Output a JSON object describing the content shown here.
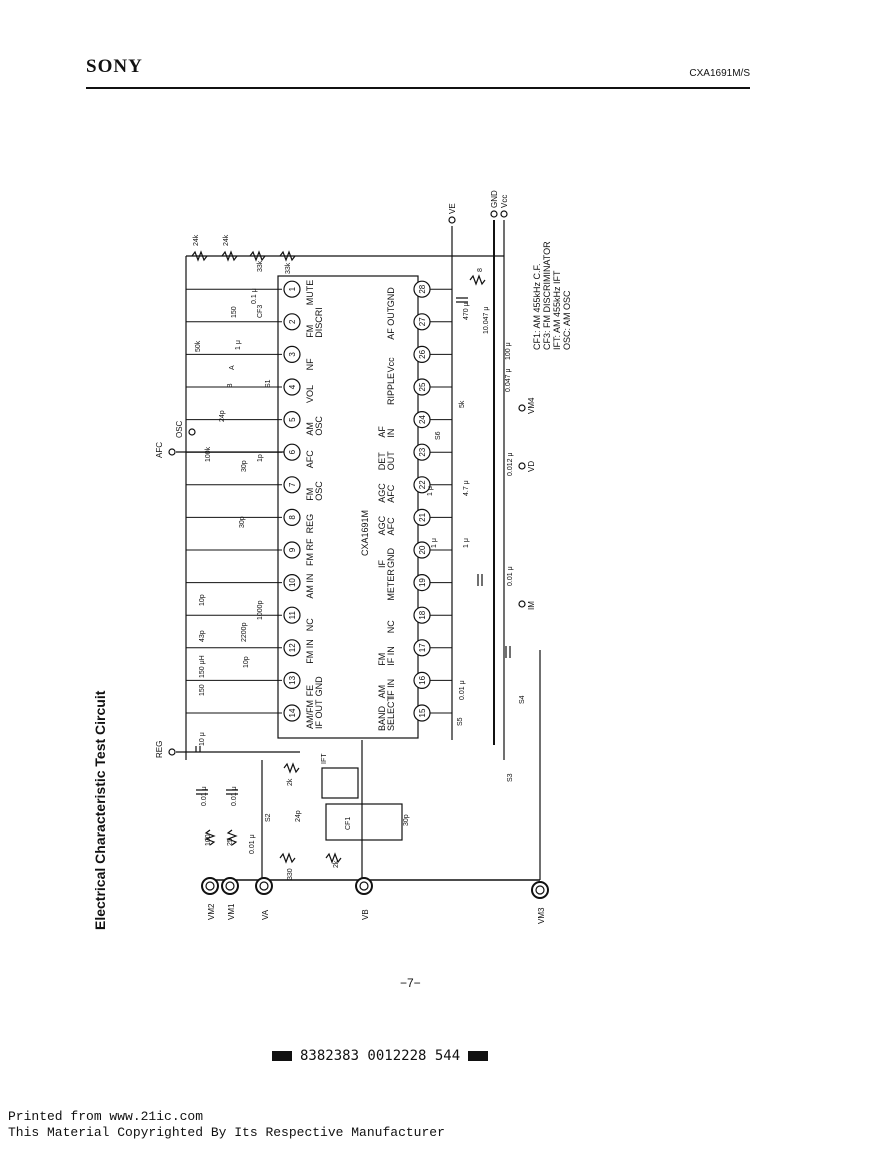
{
  "header": {
    "brand": "SONY",
    "part_number": "CXA1691M/S"
  },
  "title": "Electrical Characteristic Test Circuit",
  "ic": {
    "name": "CXA1691M"
  },
  "pins_bottom": [
    {
      "n": "14",
      "label": [
        "AM/FM",
        "IF OUT"
      ]
    },
    {
      "n": "13",
      "label": [
        "FE",
        "GND"
      ]
    },
    {
      "n": "12",
      "label": [
        "FM IN"
      ]
    },
    {
      "n": "11",
      "label": [
        "NC"
      ]
    },
    {
      "n": "10",
      "label": [
        "AM IN"
      ]
    },
    {
      "n": "9",
      "label": [
        "FM RF"
      ]
    },
    {
      "n": "8",
      "label": [
        "REG"
      ]
    },
    {
      "n": "7",
      "label": [
        "FM",
        "OSC"
      ]
    },
    {
      "n": "6",
      "label": [
        "AFC"
      ]
    },
    {
      "n": "5",
      "label": [
        "AM",
        "OSC"
      ]
    },
    {
      "n": "4",
      "label": [
        "VOL"
      ]
    },
    {
      "n": "3",
      "label": [
        "NF"
      ]
    },
    {
      "n": "2",
      "label": [
        "FM",
        "DISCRI"
      ]
    },
    {
      "n": "1",
      "label": [
        "MUTE"
      ]
    }
  ],
  "pins_top": [
    {
      "n": "15",
      "label": [
        "BAND",
        "SELECT"
      ]
    },
    {
      "n": "16",
      "label": [
        "AM",
        "IF IN"
      ]
    },
    {
      "n": "17",
      "label": [
        "FM",
        "IF IN"
      ]
    },
    {
      "n": "18",
      "label": [
        "NC"
      ]
    },
    {
      "n": "19",
      "label": [
        "METER"
      ]
    },
    {
      "n": "20",
      "label": [
        "IF",
        "GND"
      ]
    },
    {
      "n": "21",
      "label": [
        "AGC",
        "AFC"
      ]
    },
    {
      "n": "22",
      "label": [
        "AGC",
        "AFC"
      ]
    },
    {
      "n": "23",
      "label": [
        "DET",
        "OUT"
      ]
    },
    {
      "n": "24",
      "label": [
        "AF",
        "IN"
      ]
    },
    {
      "n": "25",
      "label": [
        "RIPPLE"
      ]
    },
    {
      "n": "26",
      "label": [
        "Vcc"
      ]
    },
    {
      "n": "27",
      "label": [
        "AF OUT"
      ]
    },
    {
      "n": "28",
      "label": [
        "GND"
      ]
    }
  ],
  "terminals": [
    {
      "name": "VE"
    },
    {
      "name": "GND"
    },
    {
      "name": "Vcc"
    },
    {
      "name": "VM4"
    },
    {
      "name": "VD"
    },
    {
      "name": "IM"
    },
    {
      "name": "REG"
    },
    {
      "name": "AFC"
    },
    {
      "name": "OSC"
    },
    {
      "name": "VM2"
    },
    {
      "name": "VM1"
    },
    {
      "name": "VA"
    },
    {
      "name": "VB"
    },
    {
      "name": "VM3"
    }
  ],
  "component_labels": [
    "24k",
    "24k",
    "33k",
    "33k",
    "8",
    "470 μ",
    "10.047 μ",
    "0.1 μ",
    "150",
    "CF3",
    "50k",
    "1 μ",
    "S1",
    "A",
    "B",
    "24p",
    "100k",
    "30p",
    "1p",
    "30p",
    "10p",
    "43p",
    "150 μH",
    "2200p",
    "1000p",
    "10p",
    "150",
    "10 μ",
    "0.01 μ",
    "0.01 μ",
    "100",
    "25",
    "0.01 μ",
    "330",
    "2k",
    "2k",
    "24p",
    "S2",
    "IFT",
    "CF1",
    "30p",
    "S3",
    "S4",
    "S5",
    "S6",
    "0.01 μ",
    "1 μ",
    "4.7 μ",
    "1 μ",
    "0.012 μ",
    "1 μ",
    "5k",
    "0.047 μ",
    "100 μ",
    "0.01 μ"
  ],
  "legend": [
    "CF1: AM 455kHz C.F.",
    "CF3: FM DISCRIMINATOR",
    "IFT:  AM 455kHz IFT",
    "OSC: AM OSC"
  ],
  "page_number": "−7−",
  "barcode_text": "8382383 0012228 544",
  "footer": {
    "line1": "Printed from www.21ic.com",
    "line2": "This Material Copyrighted By Its Respective Manufacturer"
  }
}
